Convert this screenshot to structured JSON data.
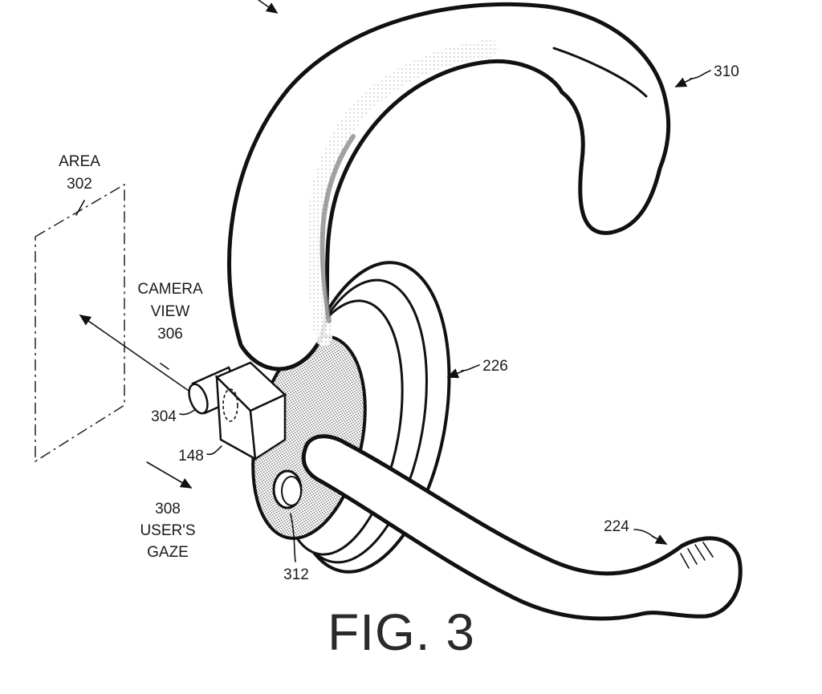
{
  "figure": {
    "title": "FIG. 3",
    "labels": {
      "area_word": "AREA",
      "area_num": "302",
      "camera_word": "CAMERA",
      "view_word": "VIEW",
      "camera_num": "306",
      "lens_num": "304",
      "camera_box_num": "148",
      "gaze_num": "308",
      "users_word": "USER'S",
      "gaze_word": "GAZE",
      "button_num": "312",
      "ear_hook_num": "310",
      "earpiece_num": "226",
      "boom_num": "224"
    }
  }
}
